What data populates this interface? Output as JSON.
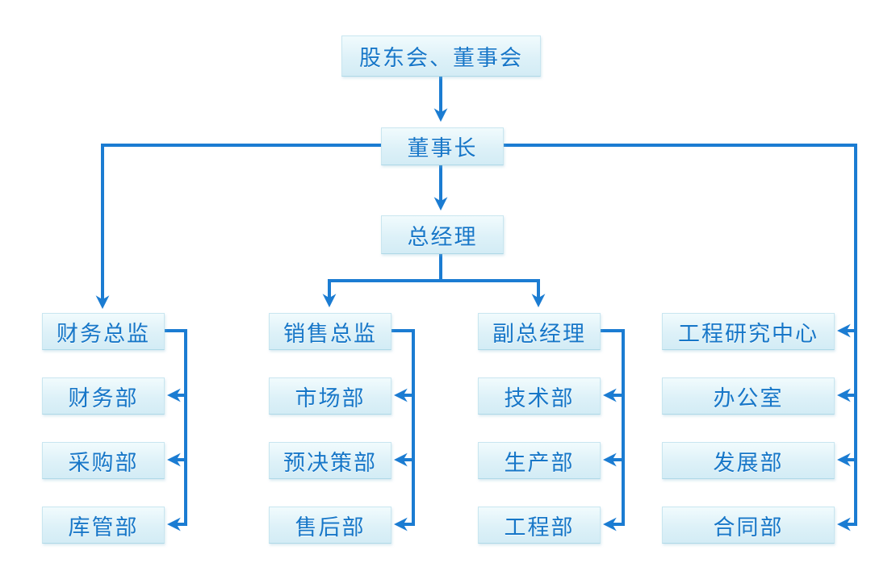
{
  "diagram": {
    "type": "org-chart",
    "root": {
      "label": "股东会、董事会"
    },
    "chairman": {
      "label": "董事长"
    },
    "general_manager": {
      "label": "总经理"
    },
    "columns": [
      {
        "head": "财务总监",
        "children": [
          "财务部",
          "采购部",
          "库管部"
        ]
      },
      {
        "head": "销售总监",
        "children": [
          "市场部",
          "预决策部",
          "售后部"
        ]
      },
      {
        "head": "副总经理",
        "children": [
          "技术部",
          "生产部",
          "工程部"
        ]
      },
      {
        "head": "工程研究中心",
        "children": [
          "办公室",
          "发展部",
          "合同部"
        ]
      }
    ]
  },
  "colors": {
    "connector_blue": "#1b7cd2",
    "node_text_blue": "#1777c8",
    "node_fill_light": "#ddf1f8",
    "node_border": "#c9e6f0",
    "background": "#ffffff"
  }
}
